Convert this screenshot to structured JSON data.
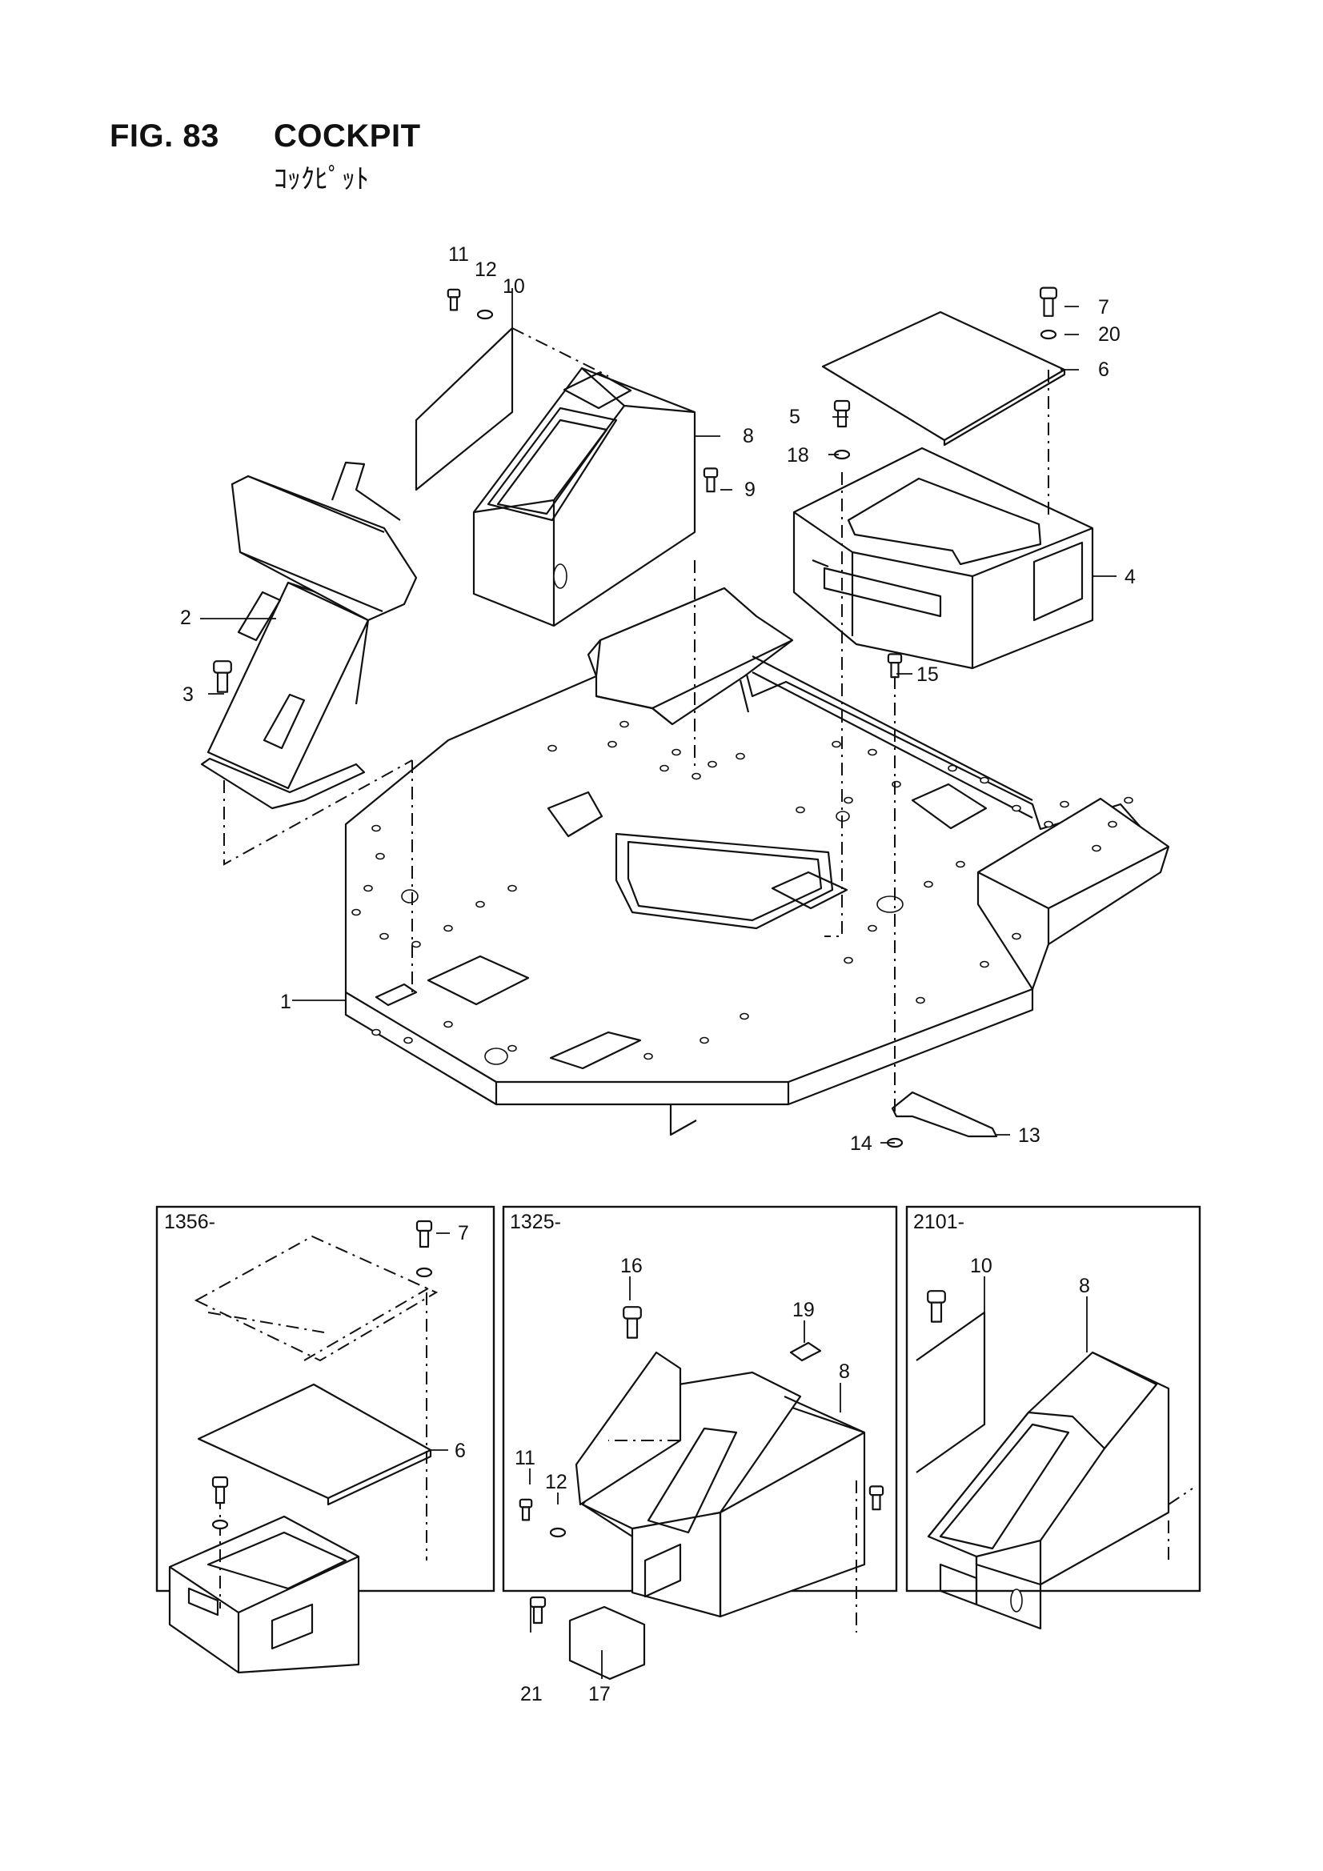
{
  "header": {
    "figure_number": "FIG. 83",
    "title": "COCKPIT",
    "title_jp": "ｺｯｸﾋﾟｯﾄ"
  },
  "main_callouts": [
    "1",
    "2",
    "3",
    "4",
    "5",
    "6",
    "7",
    "8",
    "9",
    "10",
    "11",
    "12",
    "13",
    "14",
    "15",
    "18",
    "20"
  ],
  "insets": [
    {
      "serial": "1356-",
      "callouts": [
        "7",
        "6"
      ]
    },
    {
      "serial": "1325-",
      "callouts": [
        "16",
        "19",
        "8",
        "11",
        "12",
        "21",
        "17"
      ]
    },
    {
      "serial": "2101-",
      "callouts": [
        "10",
        "8"
      ]
    }
  ]
}
